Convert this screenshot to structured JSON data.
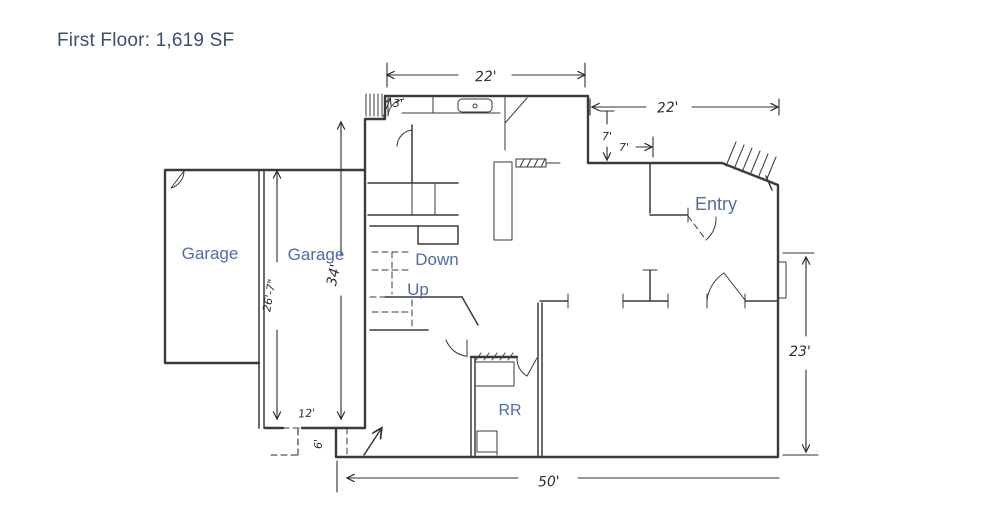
{
  "page": {
    "title": "First Floor: 1,619 SF"
  },
  "colors": {
    "title_text": "#3c4f73",
    "room_label_text": "#4e6da6",
    "ink": "#3a3a3a",
    "background": "#ffffff"
  },
  "floor_plan": {
    "rooms": {
      "garage_left": "Garage",
      "garage_right": "Garage",
      "stairs_down": "Down",
      "stairs_up": "Up",
      "entry": "Entry",
      "restroom": "RR"
    },
    "dimensions": {
      "kitchen_top_width": "22'",
      "upper_right_width": "22'",
      "entry_jog_depth": "7'",
      "entry_jog_width": "7'",
      "garage_right_depth": "34'",
      "garage_left_depth": "26'-7\"",
      "right_side_depth": "23'",
      "garage_rear_opening": "12'",
      "rear_step": "6'",
      "bottom_width": "50'",
      "stoop_width": "3'"
    }
  }
}
